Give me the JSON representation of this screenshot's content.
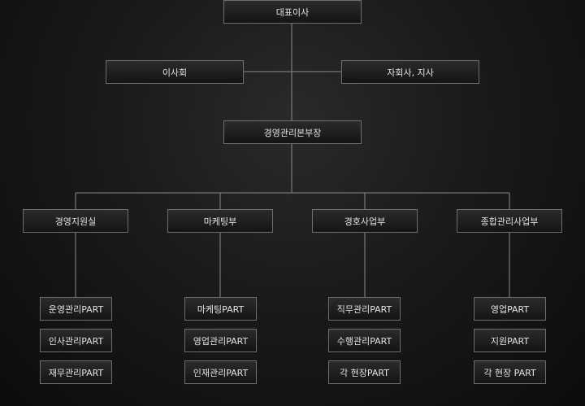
{
  "org": {
    "ceo": "대표이사",
    "board": "이사회",
    "subsidiary": "자회사, 지사",
    "hq": "경영관리본부장",
    "departments": [
      {
        "name": "경영지원실",
        "parts": [
          "운영관리PART",
          "인사관리PART",
          "재무관리PART"
        ]
      },
      {
        "name": "마케팅부",
        "parts": [
          "마케팅PART",
          "영업관리PART",
          "인재관리PART"
        ]
      },
      {
        "name": "경호사업부",
        "parts": [
          "직무관리PART",
          "수행관리PART",
          "각 현장PART"
        ]
      },
      {
        "name": "종합관리사업부",
        "parts": [
          "영업PART",
          "지원PART",
          "각 현장 PART"
        ]
      }
    ]
  },
  "colors": {
    "line": "#8a8a8a",
    "box_border": "#6e6e6e",
    "text": "#e2e2e2"
  }
}
